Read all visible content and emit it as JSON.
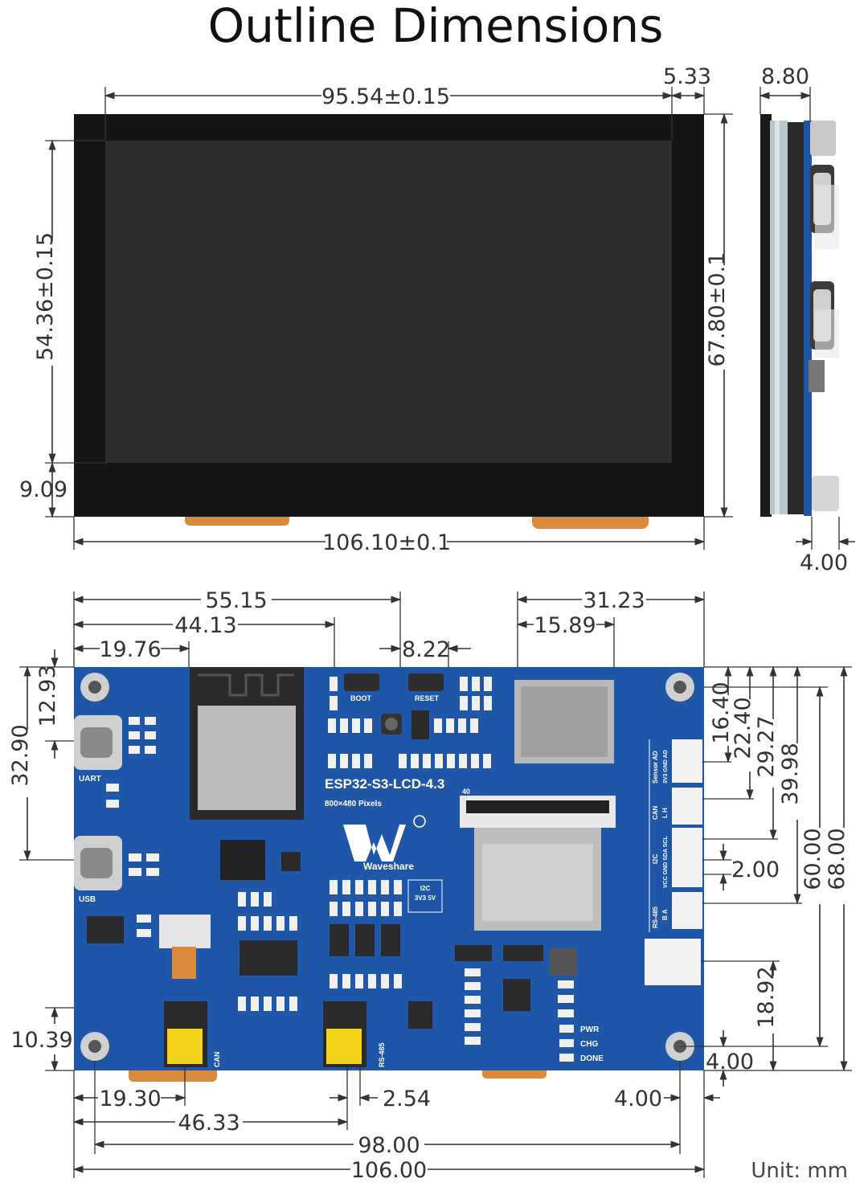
{
  "title": "Outline Dimensions",
  "unit": "Unit: mm",
  "colors": {
    "pcb": "#1f56a8",
    "bezel": "#151515",
    "screen": "#2c2c2e",
    "flex": "#d98a3c",
    "connector_white": "#f2f2f2",
    "jumper": "#f2d21a",
    "dim_line": "#333333"
  },
  "front_view": {
    "width": "106.10±0.1",
    "height": "67.80±0.1",
    "active_width": "95.54±0.15",
    "active_height": "54.36±0.15",
    "right_offset": "5.33",
    "bottom_offset": "9.09"
  },
  "side_view": {
    "thickness": "8.80",
    "connector_offset": "4.00"
  },
  "back_view": {
    "top": {
      "d1": "55.15",
      "d2": "44.13",
      "d3": "19.76",
      "d4": "8.22",
      "d5": "31.23",
      "d6": "15.89"
    },
    "left": {
      "d1": "12.93",
      "d2": "32.90",
      "d3": "10.39"
    },
    "right": {
      "d1": "16.40",
      "d2": "22.40",
      "d3": "29.27",
      "d4": "39.98",
      "d5": "60.00",
      "d6": "68.00",
      "d7": "2.00",
      "d8": "18.92",
      "d9": "4.00"
    },
    "bottom": {
      "d1": "19.30",
      "d2": "46.33",
      "d3": "2.54",
      "d4": "4.00",
      "d5": "98.00",
      "d6": "106.00"
    }
  },
  "board": {
    "model": "ESP32-S3-LCD-4.3",
    "resolution": "800×480 Pixels",
    "brand": "Waveshare",
    "labels": {
      "boot": "BOOT",
      "reset": "RESET",
      "uart": "UART",
      "usb": "USB",
      "can": "CAN",
      "rs485": "RS-485",
      "i2c_power": "I2C",
      "i2c_volt": "3V3 5V",
      "sensor": "Sensor AD",
      "sensor_pins": "3V3 GND AD",
      "can_right": "CAN",
      "can_pins": "L  H",
      "i2c_right": "I2C",
      "i2c_pins": "VCC GND SDA SCL",
      "rs485_right": "RS-485",
      "rs485_pins": "B  A",
      "pwr": "PWR",
      "chg": "CHG",
      "done": "DONE",
      "antenna_pin": "40"
    }
  }
}
